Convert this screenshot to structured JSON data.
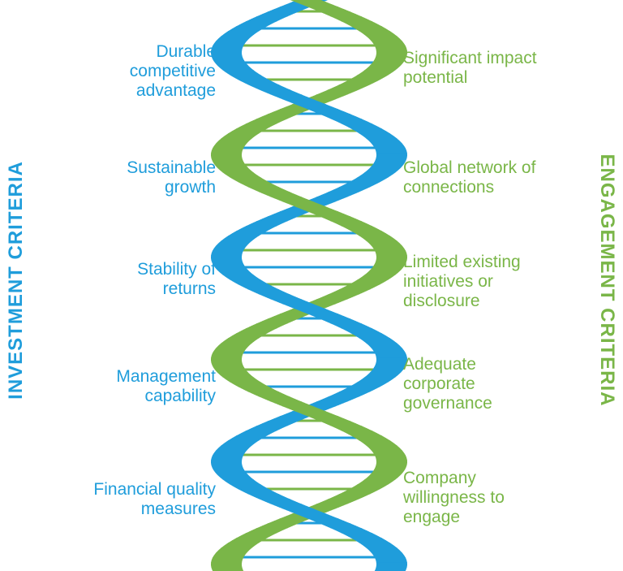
{
  "left_title": "INVESTMENT CRITERIA",
  "right_title": "ENGAGEMENT CRITERIA",
  "investment_criteria": [
    [
      "Durable",
      "competitive",
      "advantage"
    ],
    [
      "Sustainable",
      "growth"
    ],
    [
      "Stability of",
      "returns"
    ],
    [
      "Management",
      "capability"
    ],
    [
      "Financial quality",
      "measures"
    ]
  ],
  "engagement_criteria": [
    [
      "Significant impact",
      "potential"
    ],
    [
      "Global network of",
      "connections"
    ],
    [
      "Limited existing",
      "initiatives or",
      "disclosure"
    ],
    [
      "Adequate",
      "corporate",
      "governance"
    ],
    [
      "Company",
      "willingness to",
      "engage"
    ]
  ],
  "colors": {
    "blue": "#1f9ddb",
    "green": "#7ab648"
  }
}
